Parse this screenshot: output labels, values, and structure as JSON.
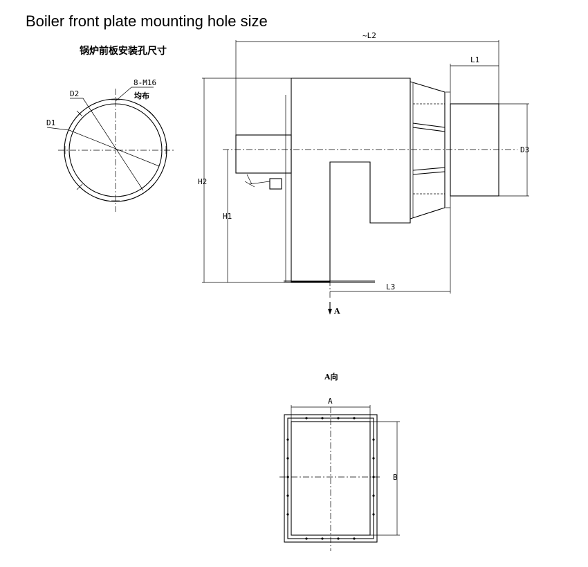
{
  "title": "Boiler front plate mounting hole size",
  "front_plate": {
    "heading_cn": "锅炉前板安装孔尺寸",
    "d1_label": "D1",
    "d2_label": "D2",
    "bolt_label": "8-M16",
    "bolt_note_cn": "均布"
  },
  "side_view": {
    "l1_label": "L1",
    "l2_label": "~L2",
    "l3_label": "L3",
    "h1_label": "H1",
    "h2_label": "H2",
    "d3_label": "D3",
    "view_arrow_label": "A"
  },
  "view_a": {
    "heading_cn": "A向",
    "a_label": "A",
    "b_label": "B"
  }
}
